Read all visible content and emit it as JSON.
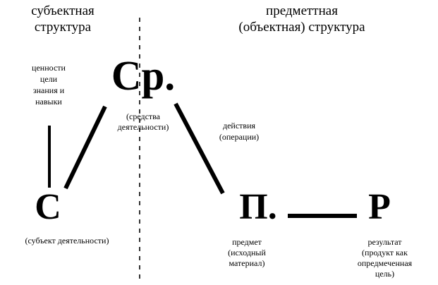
{
  "diagram": {
    "title_left": "субъектная\nструктура",
    "title_right": "предметтная\n(объектная) структура",
    "nodes": {
      "means": {
        "letter": "Ср.",
        "caption": "(средства\nдеятельности)"
      },
      "subject": {
        "letter": "С",
        "caption": "(субъект деятельности)"
      },
      "object": {
        "letter": "П.",
        "caption": "предмет\n(исходный\nматериал)"
      },
      "result": {
        "letter": "Р",
        "caption": "результат\n(продукт как\nопредмеченная\nцель)"
      }
    },
    "edge_labels": {
      "values": "ценности\nцели\nзнания и\nнавыки",
      "actions": "действия\n(операции)"
    },
    "colors": {
      "ink": "#000000",
      "background": "#ffffff"
    }
  }
}
